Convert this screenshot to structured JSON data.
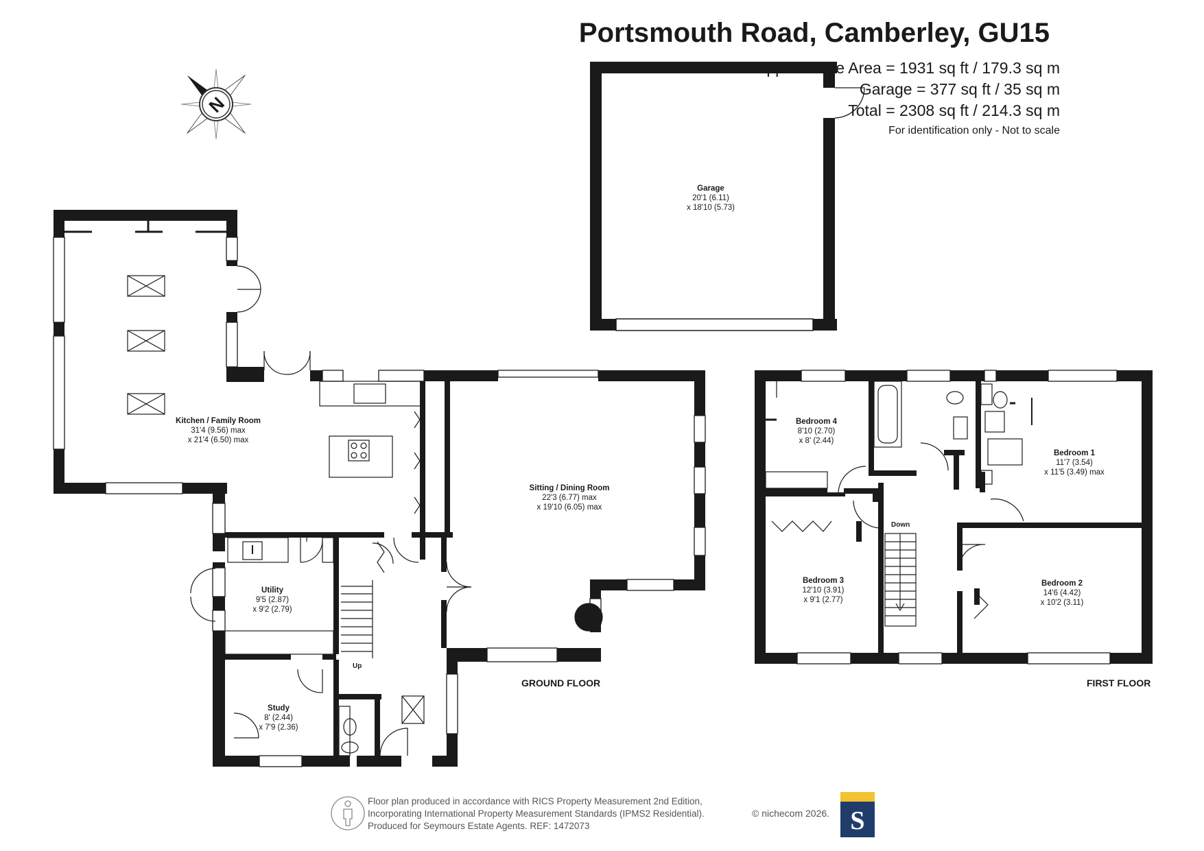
{
  "header": {
    "title": "Portsmouth Road, Camberley, GU15",
    "area_lines": [
      "Approximate Area = 1931 sq ft / 179.3 sq m",
      "Garage = 377 sq ft / 35 sq m",
      "Total = 2308 sq ft / 214.3 sq m"
    ],
    "disclaimer": "For identification only - Not to scale"
  },
  "compass": {
    "letter": "N"
  },
  "rooms": {
    "garage": {
      "name": "Garage",
      "dim1": "20'1 (6.11)",
      "dim2": "x 18'10 (5.73)"
    },
    "kitchen": {
      "name": "Kitchen / Family Room",
      "dim1": "31'4 (9.56) max",
      "dim2": "x 21'4 (6.50) max"
    },
    "sitting": {
      "name": "Sitting / Dining Room",
      "dim1": "22'3 (6.77) max",
      "dim2": "x 19'10 (6.05) max"
    },
    "utility": {
      "name": "Utility",
      "dim1": "9'5 (2.87)",
      "dim2": "x 9'2 (2.79)"
    },
    "study": {
      "name": "Study",
      "dim1": "8' (2.44)",
      "dim2": "x 7'9 (2.36)"
    },
    "bedroom4": {
      "name": "Bedroom 4",
      "dim1": "8'10 (2.70)",
      "dim2": "x 8' (2.44)"
    },
    "bedroom1": {
      "name": "Bedroom 1",
      "dim1": "11'7 (3.54)",
      "dim2": "x 11'5 (3.49) max"
    },
    "bedroom3": {
      "name": "Bedroom 3",
      "dim1": "12'10 (3.91)",
      "dim2": "x 9'1 (2.77)"
    },
    "bedroom2": {
      "name": "Bedroom 2",
      "dim1": "14'6 (4.42)",
      "dim2": "x 10'2 (3.11)"
    }
  },
  "labels": {
    "up": "Up",
    "down": "Down",
    "ground_floor": "GROUND FLOOR",
    "first_floor": "FIRST FLOOR"
  },
  "footer": {
    "lines": [
      "Floor plan produced in accordance with RICS Property Measurement 2nd Edition,",
      "Incorporating International Property Measurement Standards (IPMS2 Residential).",
      "Produced for Seymours Estate Agents.   REF: 1472073"
    ],
    "brand": "© nichecom 2026.",
    "logo_letter": "S"
  },
  "colors": {
    "wall": "#1a1a1a",
    "logo_bg": "#1f3c6b",
    "logo_accent": "#f2c230"
  }
}
